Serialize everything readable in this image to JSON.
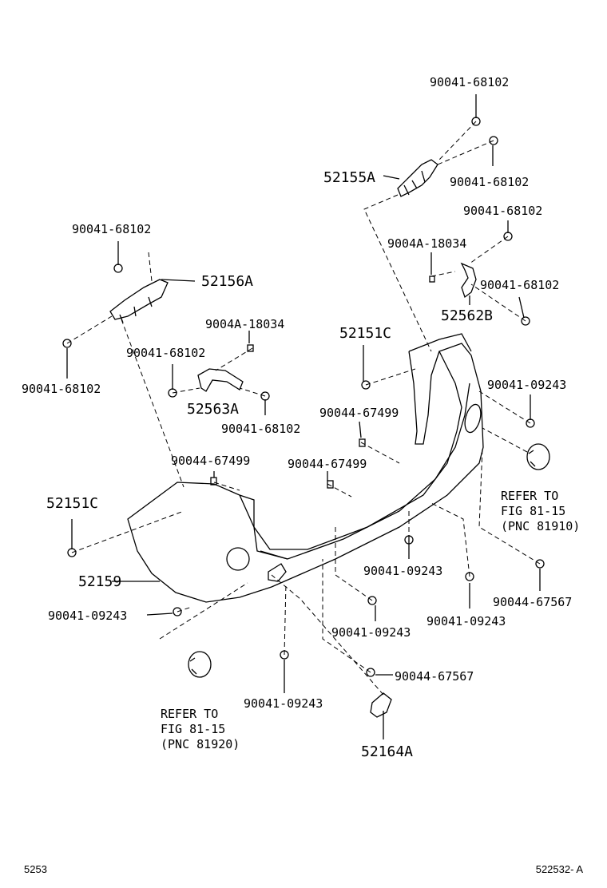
{
  "callouts": {
    "p_90041_68102_a": "90041-68102",
    "p_90041_68102_b": "90041-68102",
    "p_52155A": "52155A",
    "p_90041_68102_c": "90041-68102",
    "p_9004A_18034_a": "9004A-18034",
    "p_90041_68102_d": "90041-68102",
    "p_52562B": "52562B",
    "p_90041_68102_e": "90041-68102",
    "p_52156A": "52156A",
    "p_90041_68102_f": "90041-68102",
    "p_9004A_18034_b": "9004A-18034",
    "p_90041_68102_g": "90041-68102",
    "p_52563A": "52563A",
    "p_90041_68102_h": "90041-68102",
    "p_52151C_a": "52151C",
    "p_90041_09243_a": "90041-09243",
    "p_90044_67499_a": "90044-67499",
    "p_90044_67499_b": "90044-67499",
    "p_90044_67499_c": "90044-67499",
    "p_52151C_b": "52151C",
    "p_52159": "52159",
    "p_90041_09243_b": "90041-09243",
    "p_90041_09243_c": "90041-09243",
    "p_90041_09243_d": "90041-09243",
    "p_90041_09243_e": "90041-09243",
    "p_90041_09243_f": "90041-09243",
    "p_90044_67567_a": "90044-67567",
    "p_90044_67567_b": "90044-67567",
    "p_52164A": "52164A"
  },
  "refer_right": "REFER TO\nFIG 81-15\n(PNC 81910)",
  "refer_left": "REFER TO\nFIG 81-15\n(PNC 81920)",
  "footer": {
    "left": "5253",
    "right": "522532- A"
  }
}
